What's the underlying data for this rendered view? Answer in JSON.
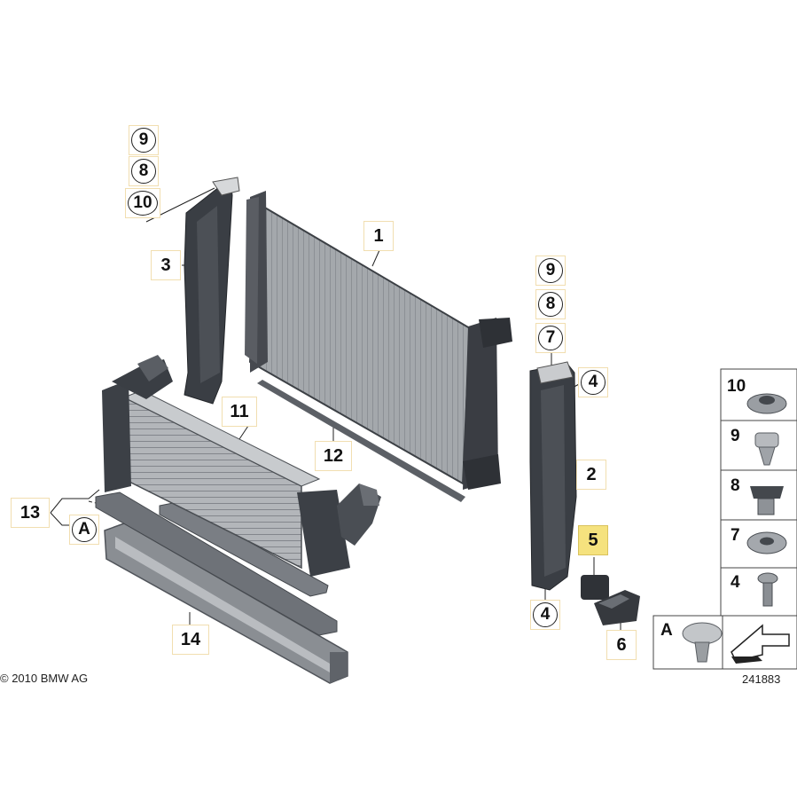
{
  "copyright": "© 2010 BMW AG",
  "diagram_number": "241883",
  "callouts": {
    "c9_left": "9",
    "c8_left": "8",
    "c10_left": "10",
    "c3": "3",
    "c1": "1",
    "c11": "11",
    "c12": "12",
    "c13": "13",
    "cA": "A",
    "c14": "14",
    "c9_right": "9",
    "c8_right": "8",
    "c7_right": "7",
    "c4_top": "4",
    "c2": "2",
    "c5": "5",
    "c4_bottom": "4",
    "c6": "6"
  },
  "legend": {
    "items": [
      "10",
      "9",
      "8",
      "7",
      "4"
    ],
    "box_label": "A"
  },
  "colors": {
    "part_dark": "#3b3f45",
    "part_mid": "#6b7077",
    "part_light": "#a9adb3",
    "radiator_core": "#9ea2a6",
    "highlight": "#f5e27e",
    "label_border": "#f1deb0"
  }
}
